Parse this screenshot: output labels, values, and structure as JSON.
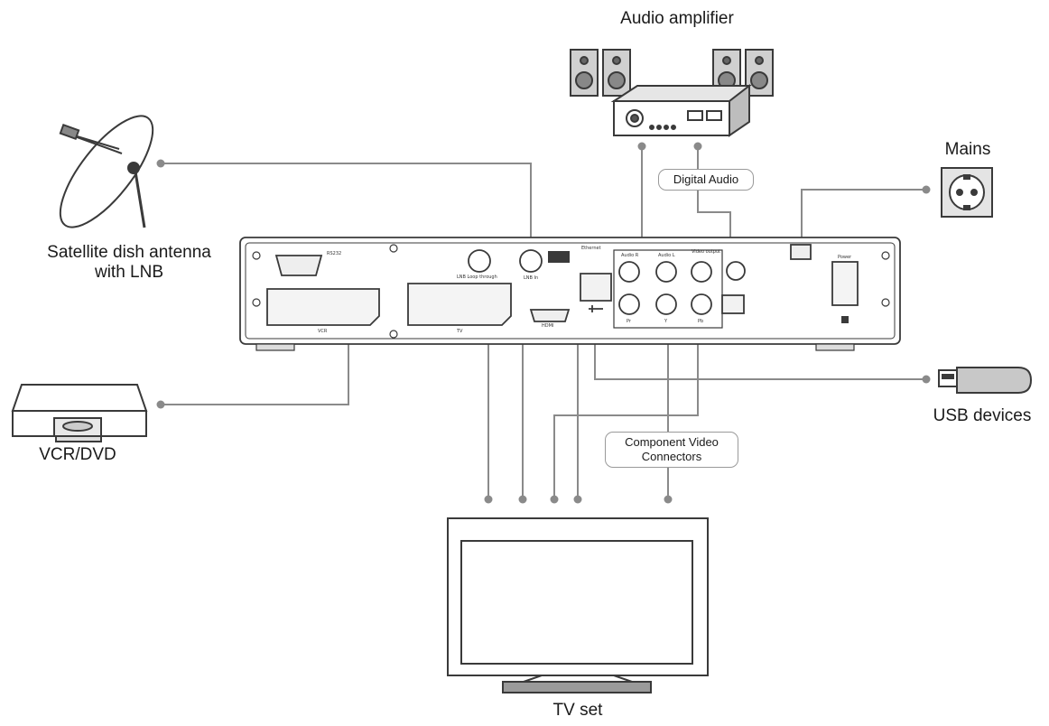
{
  "labels": {
    "audio_amplifier": "Audio amplifier",
    "mains": "Mains",
    "satellite_line1": "Satellite dish antenna",
    "satellite_line2": "with LNB",
    "vcr_dvd": "VCR/DVD",
    "usb_devices": "USB devices",
    "tv_set": "TV set",
    "digital_audio": "Digital Audio",
    "component_video_line1": "Component Video",
    "component_video_line2": "Connectors"
  },
  "panel_labels": {
    "rs232": "RS232",
    "vcr": "VCR",
    "tv": "TV",
    "lnb_loop": "LNB Loop through",
    "lnb_in": "LNB In",
    "ethernet": "Ethernet",
    "audio_r": "Audio R",
    "audio_l": "Audio L",
    "video_output": "Video output",
    "power": "Power",
    "hdmi": "HDMI",
    "pr": "Pr",
    "y": "Y",
    "pb": "Pb"
  },
  "colors": {
    "line": "#8a8a8a",
    "dot": "#8a8a8a",
    "outline": "#3a3a3a",
    "speaker_fill": "#d0d0d0",
    "usb_fill": "#c8c8c8",
    "tv_stand": "#9a9a9a"
  }
}
